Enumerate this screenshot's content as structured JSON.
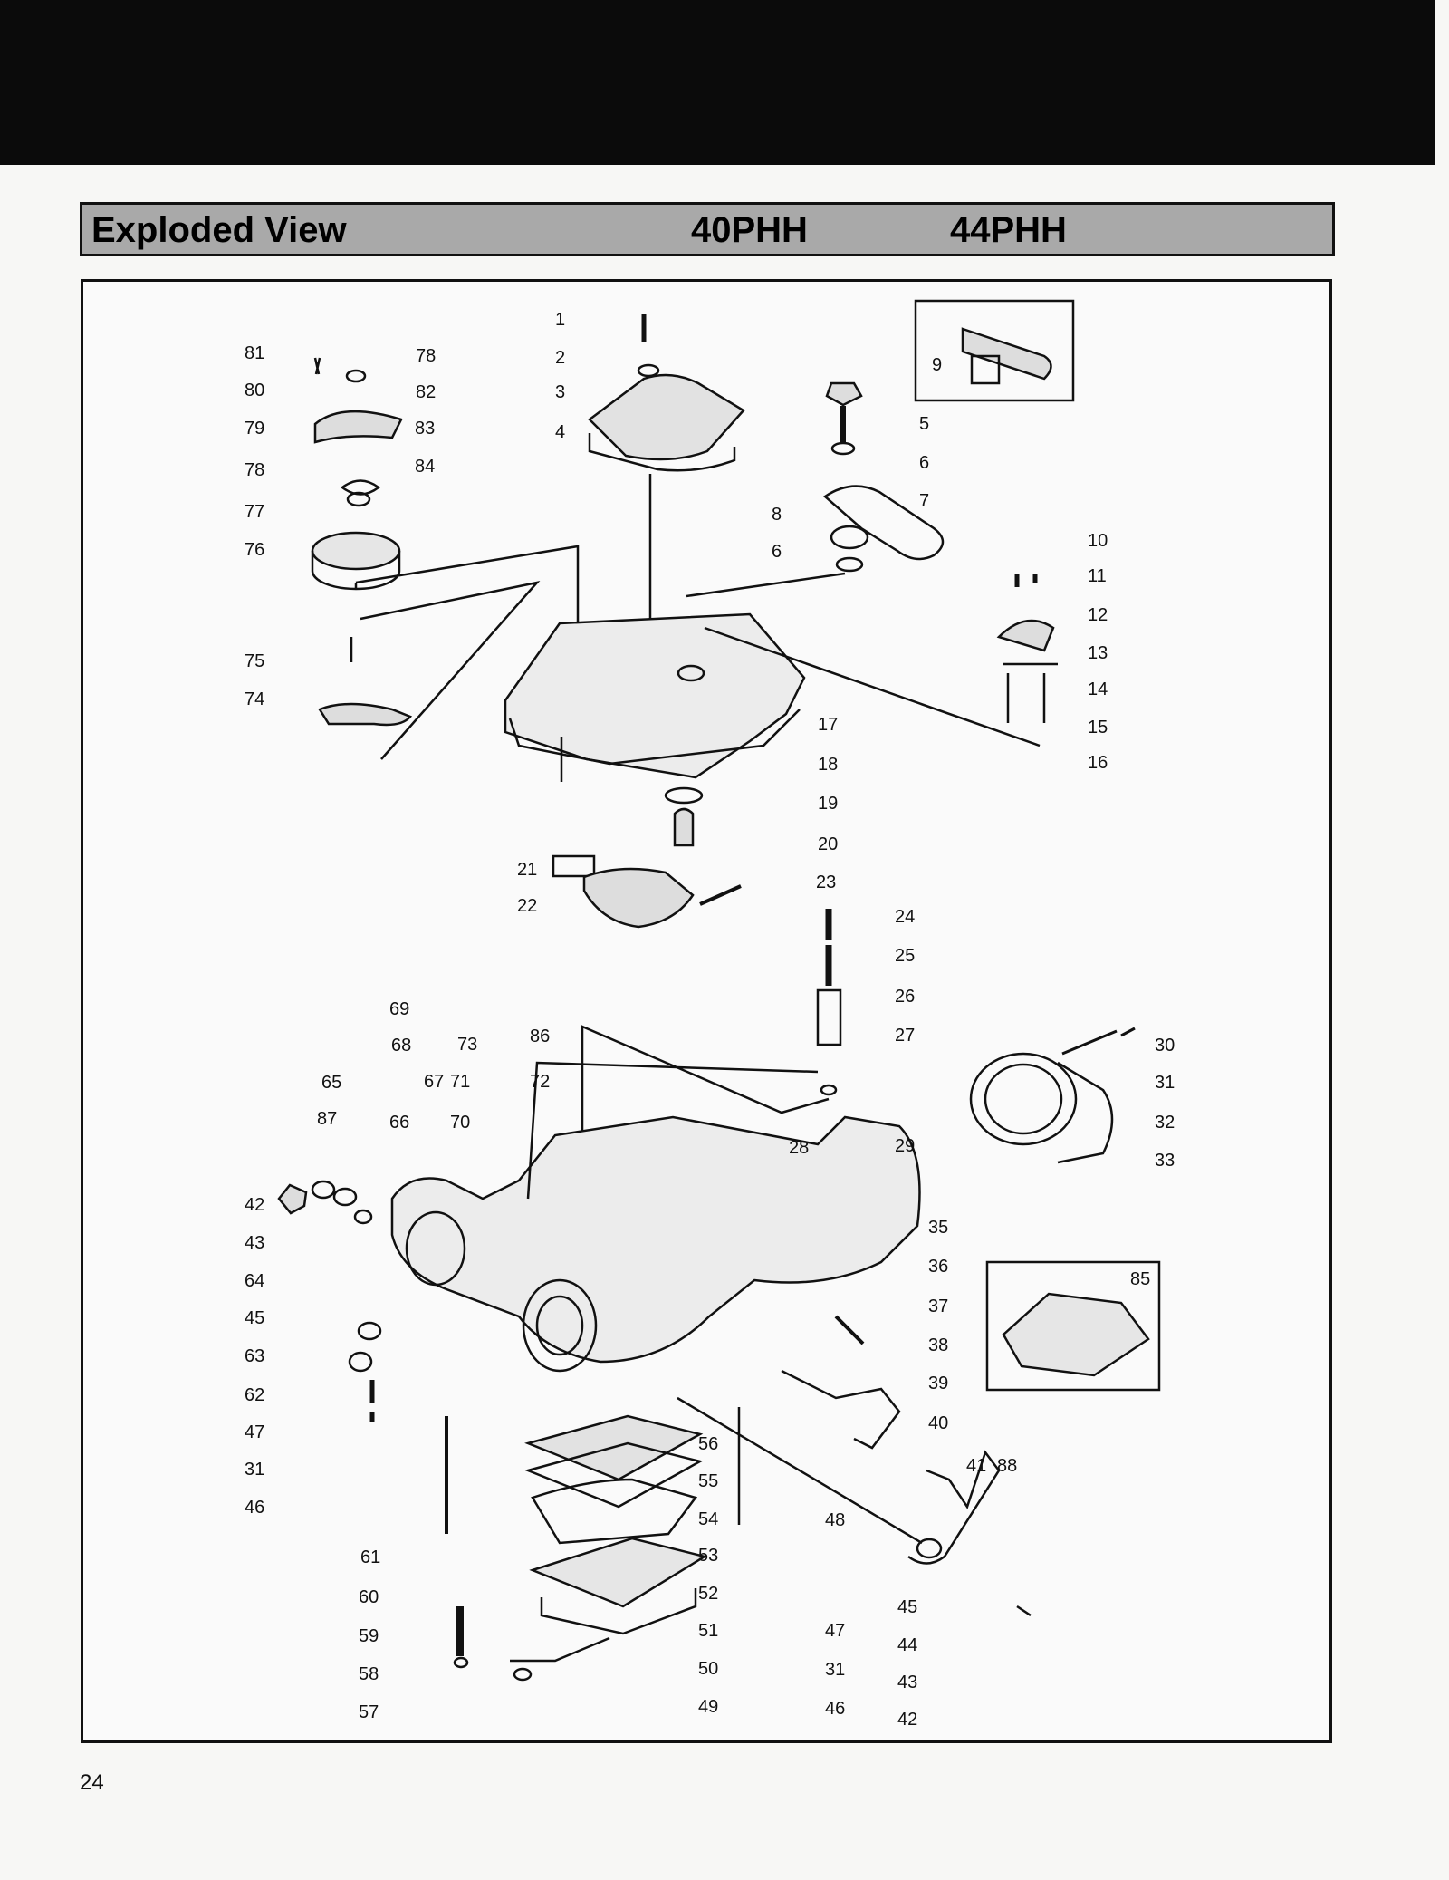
{
  "header": {
    "section_title": "Exploded View",
    "model_a": "40PHH",
    "model_b": "44PHH"
  },
  "diagram": {
    "part_numbers": [
      "1",
      "2",
      "3",
      "4",
      "5",
      "6",
      "7",
      "8",
      "6",
      "9",
      "10",
      "11",
      "12",
      "13",
      "14",
      "15",
      "16",
      "17",
      "18",
      "19",
      "20",
      "21",
      "22",
      "23",
      "24",
      "25",
      "26",
      "27",
      "28",
      "29",
      "30",
      "31",
      "32",
      "33",
      "35",
      "36",
      "37",
      "38",
      "39",
      "40",
      "41",
      "88",
      "42",
      "43",
      "44",
      "45",
      "46",
      "31",
      "47",
      "48",
      "49",
      "50",
      "51",
      "52",
      "53",
      "54",
      "55",
      "56",
      "57",
      "58",
      "59",
      "60",
      "61",
      "62",
      "63",
      "45",
      "64",
      "43",
      "42",
      "87",
      "65",
      "66",
      "67",
      "68",
      "69",
      "70",
      "71",
      "72",
      "73",
      "86",
      "74",
      "75",
      "76",
      "77",
      "78",
      "79",
      "80",
      "81",
      "78",
      "82",
      "83",
      "84",
      "85",
      "46",
      "31",
      "47"
    ]
  },
  "footer": {
    "page_number": "24"
  }
}
